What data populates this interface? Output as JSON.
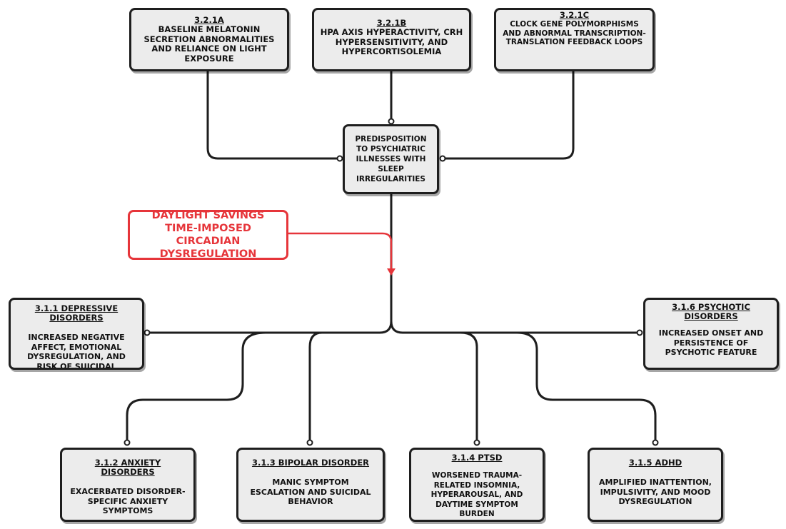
{
  "colors": {
    "box_fill": "#ececec",
    "box_border": "#1e1e1e",
    "line": "#1e1e1e",
    "accent_red": "#e6353a",
    "background": "#ffffff"
  },
  "causes": [
    {
      "id": "3.2.1A",
      "text": "BASELINE MELATONIN SECRETION ABNORMALITIES AND RELIANCE ON LIGHT EXPOSURE"
    },
    {
      "id": "3.2.1B",
      "text": "HPA AXIS HYPERACTIVITY, CRH HYPERSENSITIVITY, AND HYPERCORTISOLEMIA"
    },
    {
      "id": "3.2.1C",
      "text": "CLOCK GENE POLYMORPHISMS AND ABNORMAL TRANSCRIPTION-TRANSLATION FEEDBACK LOOPS"
    }
  ],
  "center": {
    "text": "PREDISPOSITION TO PSYCHIATRIC ILLNESSES WITH SLEEP IRREGULARITIES"
  },
  "trigger": {
    "text": "DAYLIGHT SAVINGS TIME-IMPOSED CIRCADIAN DYSREGULATION"
  },
  "outcomes": [
    {
      "title": "3.1.1 DEPRESSIVE DISORDERS",
      "text": "INCREASED NEGATIVE AFFECT, EMOTIONAL DYSREGULATION, AND RISK OF SUICIDAL BEHAVIOR"
    },
    {
      "title": "3.1.2 ANXIETY DISORDERS",
      "text": "EXACERBATED DISORDER-SPECIFIC ANXIETY SYMPTOMS"
    },
    {
      "title": "3.1.3 BIPOLAR DISORDER",
      "text": "MANIC SYMPTOM ESCALATION AND SUICIDAL BEHAVIOR"
    },
    {
      "title": "3.1.4 PTSD",
      "text": "WORSENED TRAUMA-RELATED INSOMNIA, HYPERAROUSAL, AND DAYTIME SYMPTOM BURDEN"
    },
    {
      "title": "3.1.5 ADHD",
      "text": "AMPLIFIED INATTENTION, IMPULSIVITY, AND MOOD DYSREGULATION"
    },
    {
      "title": "3.1.6 PSYCHOTIC DISORDERS",
      "text": "INCREASED ONSET AND PERSISTENCE OF PSYCHOTIC FEATURE"
    }
  ]
}
